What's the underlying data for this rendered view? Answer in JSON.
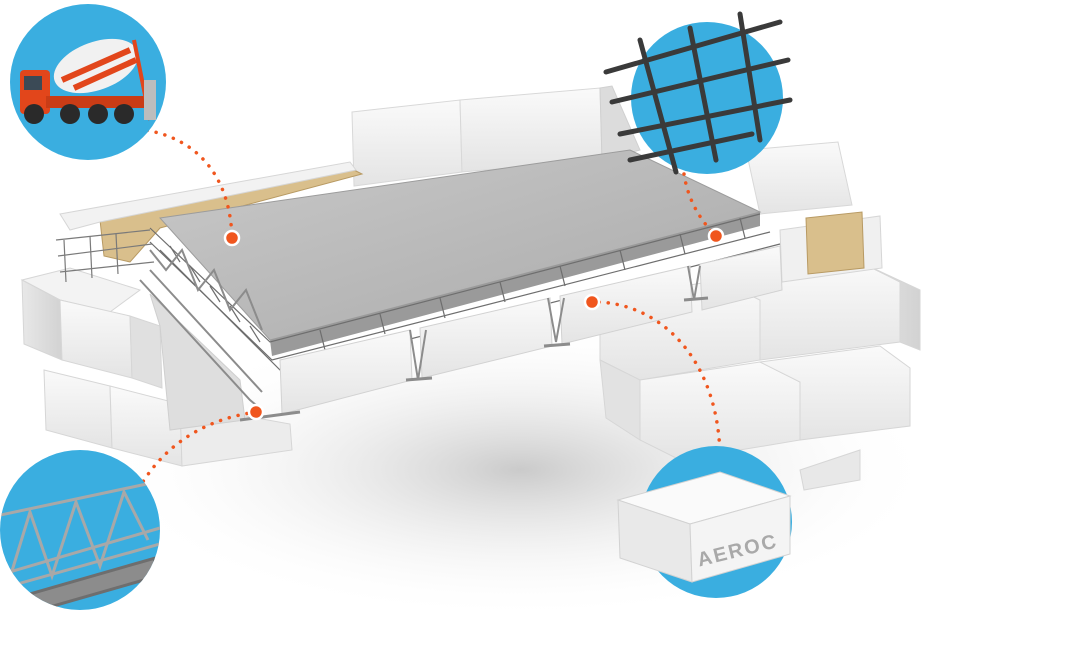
{
  "block": {
    "brand": "AEROC"
  },
  "colors": {
    "callout_circle": "#3aaee0",
    "connector_dots": "#f0561e",
    "aerated_block": "#f1f1f1",
    "concrete_slab": "#b5b5b5",
    "steel_truss": "#8c8c8c",
    "timber_plate": "#d9bf8c",
    "mixer_truck_cab": "#e2461b"
  },
  "callouts": [
    {
      "name": "concrete-mixer-truck",
      "icon": "mixer-truck-icon"
    },
    {
      "name": "reinforcement-mesh",
      "icon": "mesh-icon"
    },
    {
      "name": "lattice-girder",
      "icon": "truss-girder-icon"
    },
    {
      "name": "aeroc-block",
      "icon": "block-icon"
    }
  ]
}
